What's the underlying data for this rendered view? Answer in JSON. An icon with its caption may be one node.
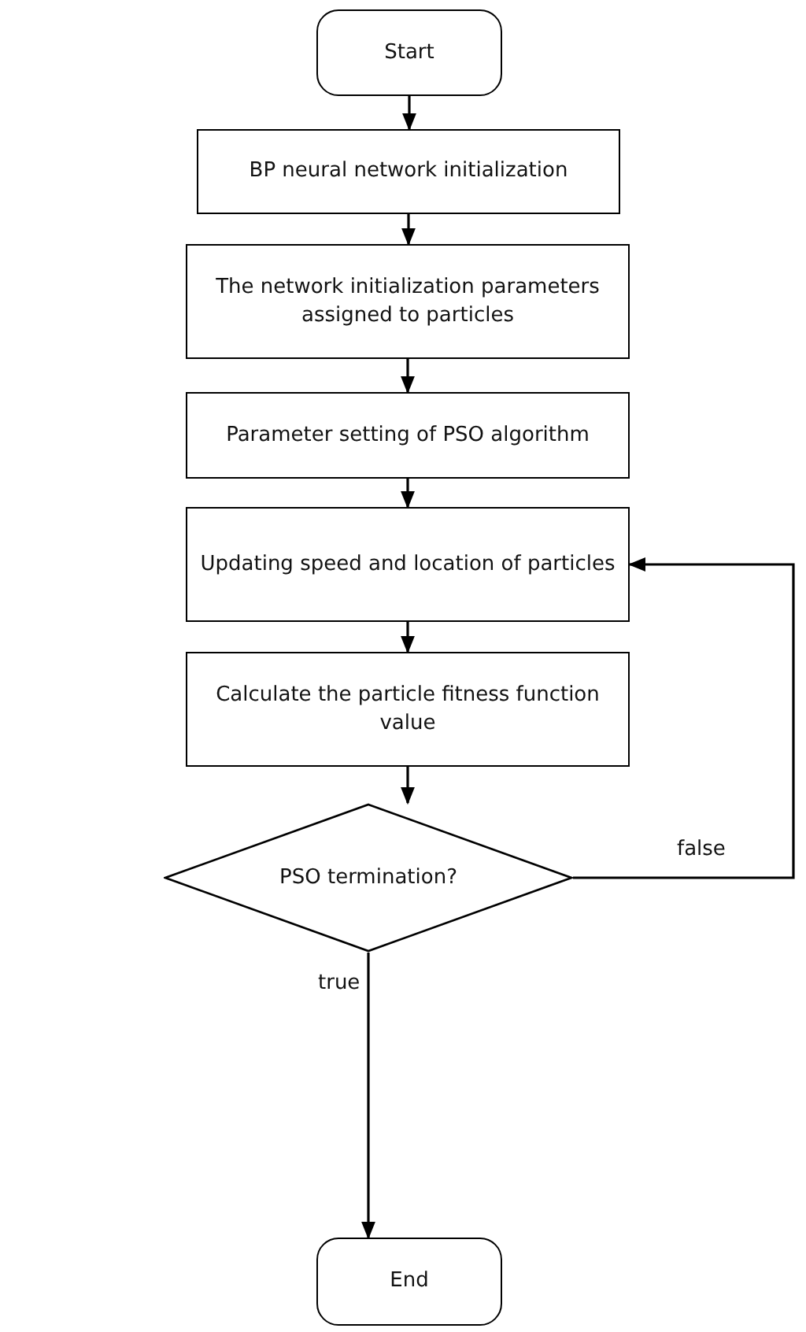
{
  "diagram": {
    "nodes": [
      {
        "text": [
          "Start"
        ]
      },
      {
        "text": [
          "BP neural network initialization"
        ]
      },
      {
        "text": [
          "The network initialization parameters assigned to particles"
        ]
      },
      {
        "text": [
          "Parameter setting of PSO algorithm"
        ]
      },
      {
        "text": [
          "Updating speed and location of particles"
        ]
      },
      {
        "text": [
          "Calculate the particle fitness function value"
        ]
      },
      {
        "text": [
          "PSO termination?"
        ]
      },
      {
        "text": [
          "End"
        ]
      }
    ],
    "edges": [
      {
        "from": 0,
        "to": 1,
        "arrow": "to"
      },
      {
        "from": 1,
        "to": 2,
        "arrow": "to"
      },
      {
        "from": 2,
        "to": 3,
        "arrow": "to"
      },
      {
        "from": 3,
        "to": 4,
        "arrow": "to"
      },
      {
        "from": 4,
        "to": 5,
        "arrow": "to"
      },
      {
        "from": 5,
        "to": 6,
        "arrow": "to"
      },
      {
        "from": 6,
        "to": 7,
        "label": "true",
        "arrow": "to"
      },
      {
        "from": 6,
        "to": 4,
        "label": "false",
        "arrow": "to"
      }
    ]
  }
}
